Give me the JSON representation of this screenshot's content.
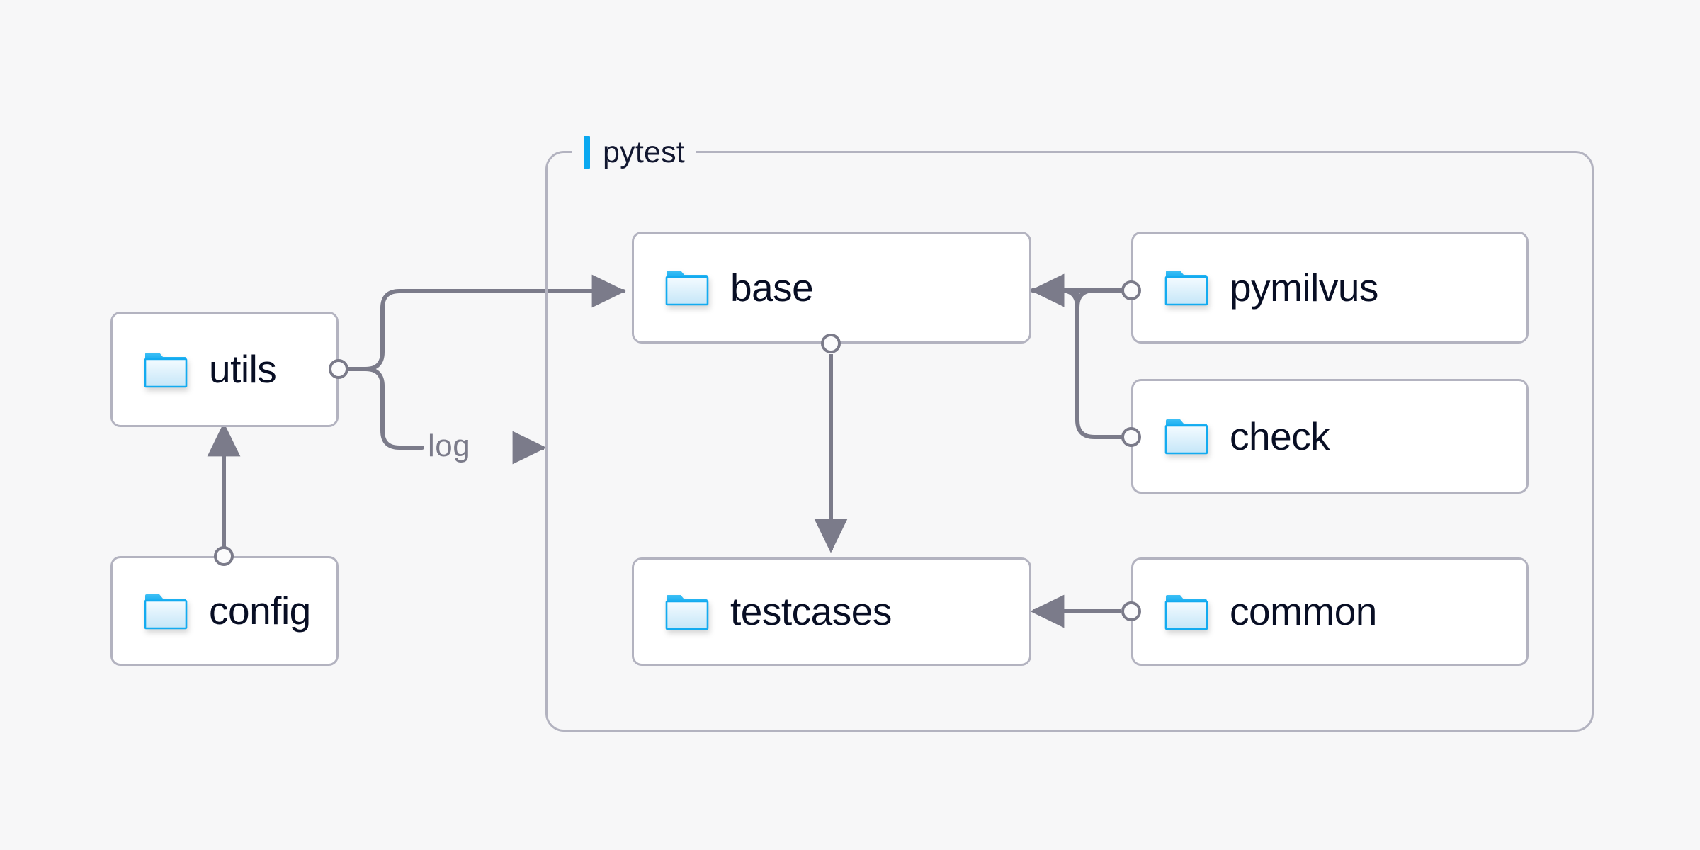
{
  "diagram": {
    "background_color": "#f7f7f8",
    "node_border_color": "#b3b3c0",
    "node_fill_color": "#ffffff",
    "wire_color": "#7b7b8a",
    "accent_color": "#0aa8f0",
    "text_color": "#080e24",
    "group": {
      "label": "pytest",
      "accent_color": "#0aa8f0"
    },
    "nodes": [
      {
        "id": "utils",
        "label": "utils",
        "icon": "folder-icon"
      },
      {
        "id": "config",
        "label": "config",
        "icon": "folder-icon"
      },
      {
        "id": "base",
        "label": "base",
        "icon": "folder-icon"
      },
      {
        "id": "testcases",
        "label": "testcases",
        "icon": "folder-icon"
      },
      {
        "id": "pymilvus",
        "label": "pymilvus",
        "icon": "folder-icon"
      },
      {
        "id": "check",
        "label": "check",
        "icon": "folder-icon"
      },
      {
        "id": "common",
        "label": "common",
        "icon": "folder-icon"
      }
    ],
    "edges": [
      {
        "id": "config-utils",
        "from": "config",
        "to": "utils",
        "label": ""
      },
      {
        "id": "utils-base",
        "from": "utils",
        "to": "base",
        "label": ""
      },
      {
        "id": "utils-log",
        "from": "utils",
        "to": "pytest",
        "label": "log"
      },
      {
        "id": "base-testcases",
        "from": "base",
        "to": "testcases",
        "label": ""
      },
      {
        "id": "pymilvus-base",
        "from": "pymilvus",
        "to": "base",
        "label": ""
      },
      {
        "id": "check-base",
        "from": "check",
        "to": "base",
        "label": ""
      },
      {
        "id": "common-testcases",
        "from": "common",
        "to": "testcases",
        "label": ""
      }
    ],
    "edge_labels": {
      "log": "log"
    }
  }
}
